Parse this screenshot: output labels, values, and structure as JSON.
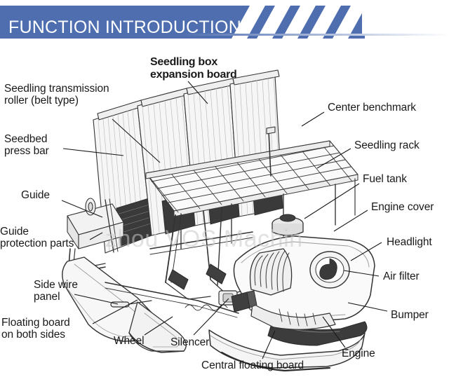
{
  "header": {
    "title": "FUNCTION INTRODUCTION",
    "band_color": "#4e6eb0",
    "stripe_color": "#ffffff",
    "text_color": "#ffffff"
  },
  "watermark": {
    "text": "zhou VOS Machin"
  },
  "diagram": {
    "subject": "rice transplanter",
    "line_color": "#333333",
    "fill_color": "#f4f4f4"
  },
  "labels": [
    {
      "id": "seedling-box-expansion-board",
      "text": "Seedling box\nexpansion board",
      "style": "bold"
    },
    {
      "id": "seedling-transmission-roller",
      "text": "Seedling transmission\nroller (belt type)",
      "style": "normal"
    },
    {
      "id": "seedbed-press-bar",
      "text": "Seedbed\npress bar",
      "style": "normal"
    },
    {
      "id": "guide",
      "text": "Guide",
      "style": "normal"
    },
    {
      "id": "guide-protection-parts",
      "text": "Guide\nprotection parts",
      "style": "normal"
    },
    {
      "id": "side-wire-panel",
      "text": "Side wire\npanel",
      "style": "normal"
    },
    {
      "id": "floating-board-on-both-sides",
      "text": "Floating board\non both sides",
      "style": "normal"
    },
    {
      "id": "wheel",
      "text": "Wheel",
      "style": "normal"
    },
    {
      "id": "silencer",
      "text": "Silencer",
      "style": "normal"
    },
    {
      "id": "central-floating-board",
      "text": "Central floating board",
      "style": "normal"
    },
    {
      "id": "engine",
      "text": "Engine",
      "style": "normal"
    },
    {
      "id": "bumper",
      "text": "Bumper",
      "style": "normal"
    },
    {
      "id": "air-filter",
      "text": "Air filter",
      "style": "normal"
    },
    {
      "id": "headlight",
      "text": "Headlight",
      "style": "normal"
    },
    {
      "id": "engine-cover",
      "text": "Engine cover",
      "style": "normal"
    },
    {
      "id": "fuel-tank",
      "text": "Fuel tank",
      "style": "normal"
    },
    {
      "id": "seedling-rack",
      "text": "Seedling rack",
      "style": "normal"
    },
    {
      "id": "center-benchmark",
      "text": "Center benchmark",
      "style": "normal"
    }
  ]
}
